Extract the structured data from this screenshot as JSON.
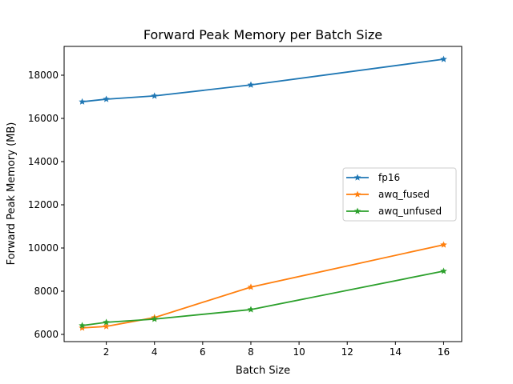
{
  "chart_data": {
    "type": "line",
    "title": "Forward Peak Memory per Batch Size",
    "xlabel": "Batch Size",
    "ylabel": "Forward Peak Memory (MB)",
    "xlim": [
      0.25,
      16.75
    ],
    "ylim": [
      5667,
      19333
    ],
    "xticks": [
      2,
      4,
      6,
      8,
      10,
      12,
      14,
      16
    ],
    "yticks": [
      6000,
      8000,
      10000,
      12000,
      14000,
      16000,
      18000
    ],
    "grid": false,
    "legend_position": "center-right",
    "marker": "star",
    "x": [
      1,
      2,
      4,
      8,
      16
    ],
    "series": [
      {
        "name": "fp16",
        "color": "#1f77b4",
        "values": [
          16770,
          16890,
          17040,
          17550,
          18740
        ]
      },
      {
        "name": "awq_fused",
        "color": "#ff7f0e",
        "values": [
          6300,
          6370,
          6780,
          8190,
          10150
        ]
      },
      {
        "name": "awq_unfused",
        "color": "#2ca02c",
        "values": [
          6410,
          6560,
          6710,
          7150,
          8930
        ]
      }
    ]
  }
}
